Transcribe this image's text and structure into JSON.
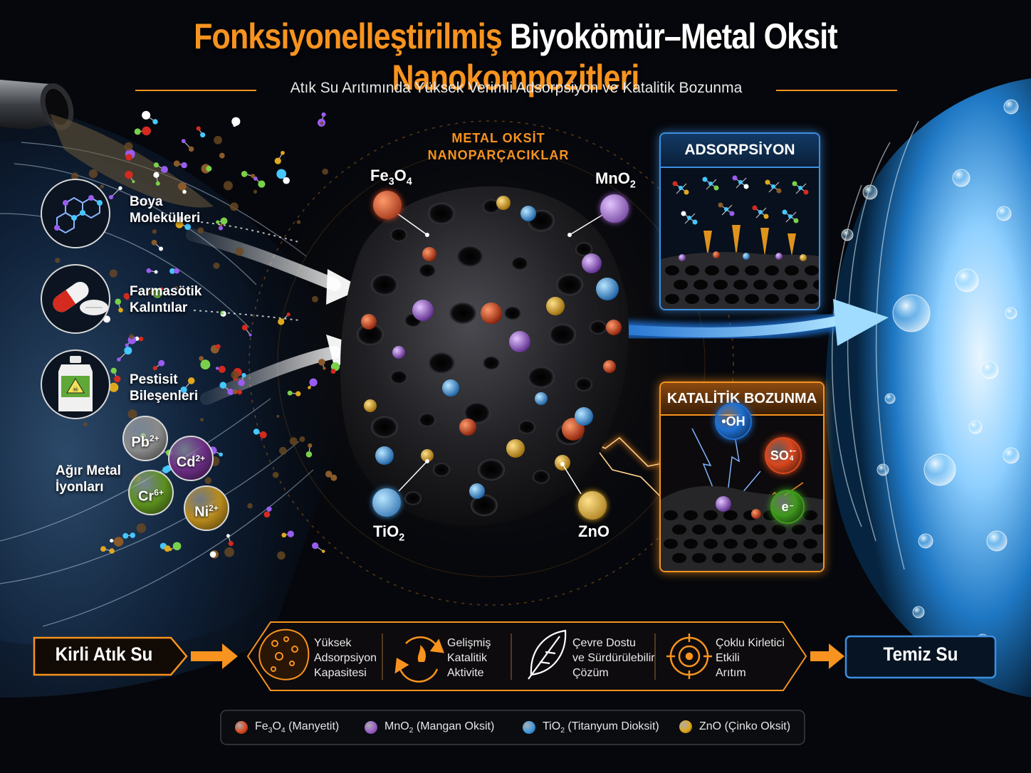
{
  "title": {
    "part1": "Fonksiyonelleştirilmiş",
    "part2": "Biyokömür–Metal Oksit",
    "part3": "Nanokompozitleri"
  },
  "subtitle": "Atık Su Arıtımında Yüksek Verimli Adsorpsiyon ve Katalitik Bozunma",
  "pollutants": [
    {
      "line1": "Boya",
      "line2": "Molekülleri",
      "icon": "dye-molecule-icon"
    },
    {
      "line1": "Farmasötik",
      "line2": "Kalıntılar",
      "icon": "pill-icon"
    },
    {
      "line1": "Pestisit",
      "line2": "Bileşenleri",
      "icon": "pesticide-bottle-icon"
    }
  ],
  "heavy_metals": {
    "line1": "Ağır Metal",
    "line2": "İyonları",
    "ions": [
      {
        "base": "Pb",
        "charge": "2+",
        "color": "#8a8a8a"
      },
      {
        "base": "Cd",
        "charge": "2+",
        "color": "#6b2d83"
      },
      {
        "base": "Cr",
        "charge": "6+",
        "color": "#5c8f1e"
      },
      {
        "base": "Ni",
        "charge": "2+",
        "color": "#b88a1c"
      }
    ]
  },
  "metal_oxide": {
    "line1": "METAL OKSİT",
    "line2": "NANOPARÇACIKLAR",
    "particles": [
      {
        "base": "Fe",
        "s1": "3",
        "mid": "O",
        "s2": "4",
        "color": "#d9481f"
      },
      {
        "base": "MnO",
        "s1": "2",
        "mid": "",
        "s2": "",
        "color": "#9b5fc9"
      },
      {
        "base": "TiO",
        "s1": "2",
        "mid": "",
        "s2": "",
        "color": "#3f9be0"
      },
      {
        "base": "ZnO",
        "s1": "",
        "mid": "",
        "s2": "",
        "color": "#e0a81c"
      }
    ]
  },
  "adsorption_panel": {
    "title": "ADSORPSİYON"
  },
  "catalytic_panel": {
    "title": "KATALİTİK BOZUNMA",
    "species": [
      {
        "label": "•OH",
        "sup": "",
        "sub": "",
        "color": "#1f6fd1"
      },
      {
        "label": "SO",
        "sup": "•−",
        "sub": "4",
        "color": "#d9481f"
      },
      {
        "label": "e",
        "sup": "−",
        "sub": "",
        "color": "#3f9a1e"
      }
    ]
  },
  "flow": {
    "start": "Kirli Atık Su",
    "end": "Temiz Su",
    "features": [
      {
        "lines": [
          "Yüksek",
          "Adsorpsiyon",
          "Kapasitesi"
        ],
        "icon": "porous-biochar-icon"
      },
      {
        "lines": [
          "Gelişmiş",
          "Katalitik",
          "Aktivite"
        ],
        "icon": "catalytic-cycle-icon"
      },
      {
        "lines": [
          "Çevre Dostu",
          "ve Sürdürülebilir",
          "Çözüm"
        ],
        "icon": "leaf-icon"
      },
      {
        "lines": [
          "Çoklu Kirletici",
          "Etkili",
          "Arıtım"
        ],
        "icon": "target-icon"
      }
    ]
  },
  "legend": [
    {
      "base": "Fe",
      "s1": "3",
      "mid": "O",
      "s2": "4",
      "name": "(Manyetit)",
      "color": "#d9481f"
    },
    {
      "base": "MnO",
      "s1": "2",
      "mid": "",
      "s2": "",
      "name": "(Mangan Oksit)",
      "color": "#9b5fc9"
    },
    {
      "base": "TiO",
      "s1": "2",
      "mid": "",
      "s2": "",
      "name": "(Titanyum Dioksit)",
      "color": "#3f9be0"
    },
    {
      "base": "ZnO",
      "s1": "",
      "mid": "",
      "s2": "",
      "name": "(Çinko Oksit)",
      "color": "#e0a81c"
    }
  ],
  "colors": {
    "accent": "#f7931e",
    "blue": "#2a8fe0",
    "biochar": "#1a1a1d"
  }
}
